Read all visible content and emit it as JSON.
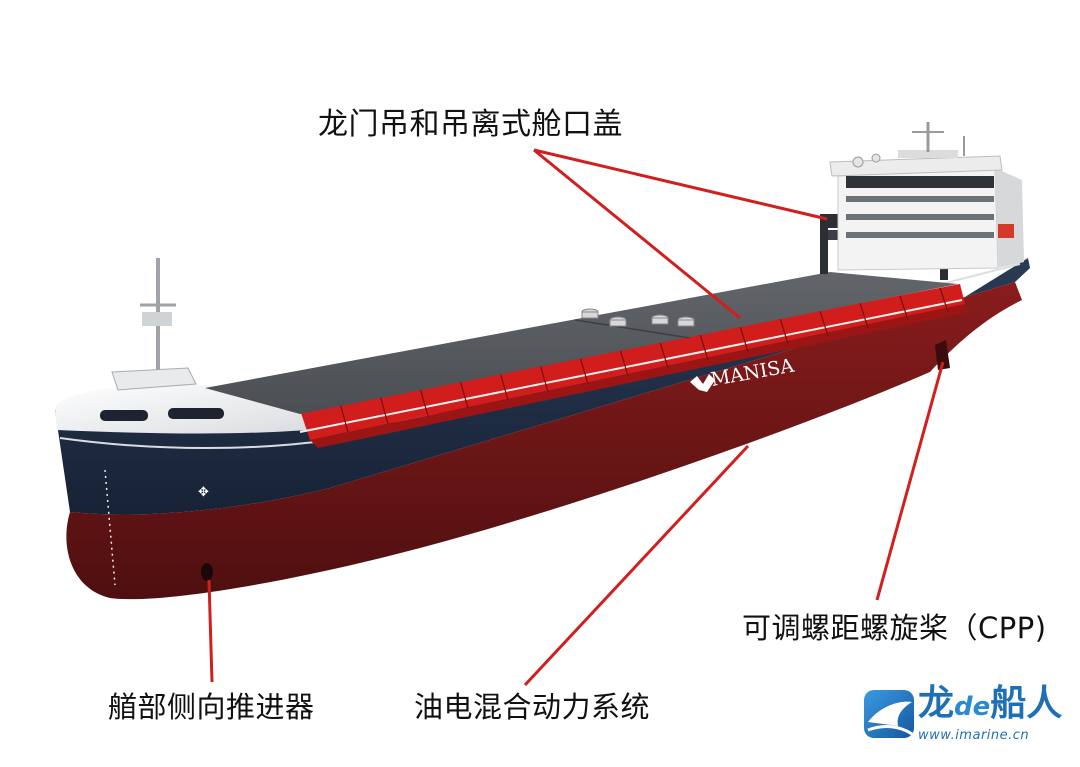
{
  "labels": {
    "gantry_crane": "龙门吊和吊离式舱口盖",
    "cpp": "可调螺距螺旋桨（CPP)",
    "bow_thruster": "艏部侧向推进器",
    "hybrid_power": "油电混合动力系统"
  },
  "ship": {
    "name": "MANISA",
    "colors": {
      "hull_bottom": "#6b1717",
      "hull_side": "#1f2f47",
      "deck": "#55585d",
      "hold_side": "#d21d1d",
      "superstructure": "#f3f3f3",
      "pointer": "#d11f1f"
    }
  },
  "watermark": {
    "brand_a": "龙",
    "brand_de": "de",
    "brand_b": "船人",
    "url": "www.imarine.cn"
  }
}
